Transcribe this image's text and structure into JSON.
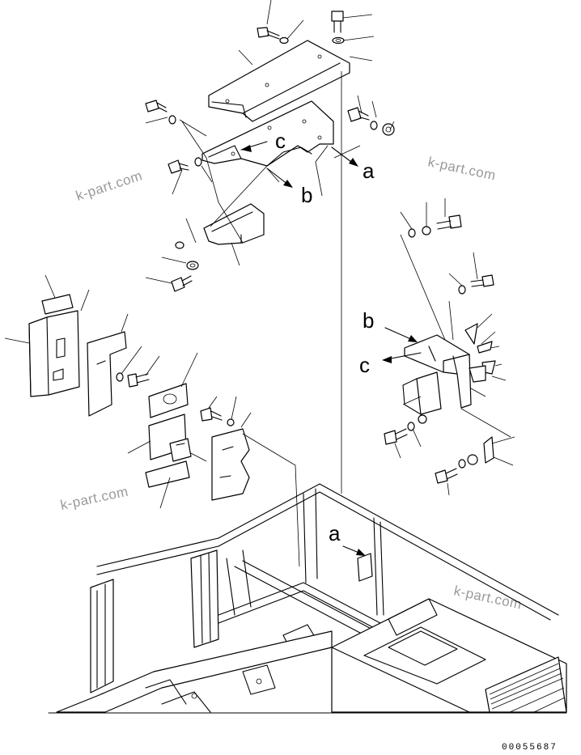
{
  "drawing": {
    "view_labels": {
      "a": "a",
      "b": "b",
      "c": "c"
    },
    "watermark": "k-part.com",
    "illustration_code": "00055687"
  }
}
